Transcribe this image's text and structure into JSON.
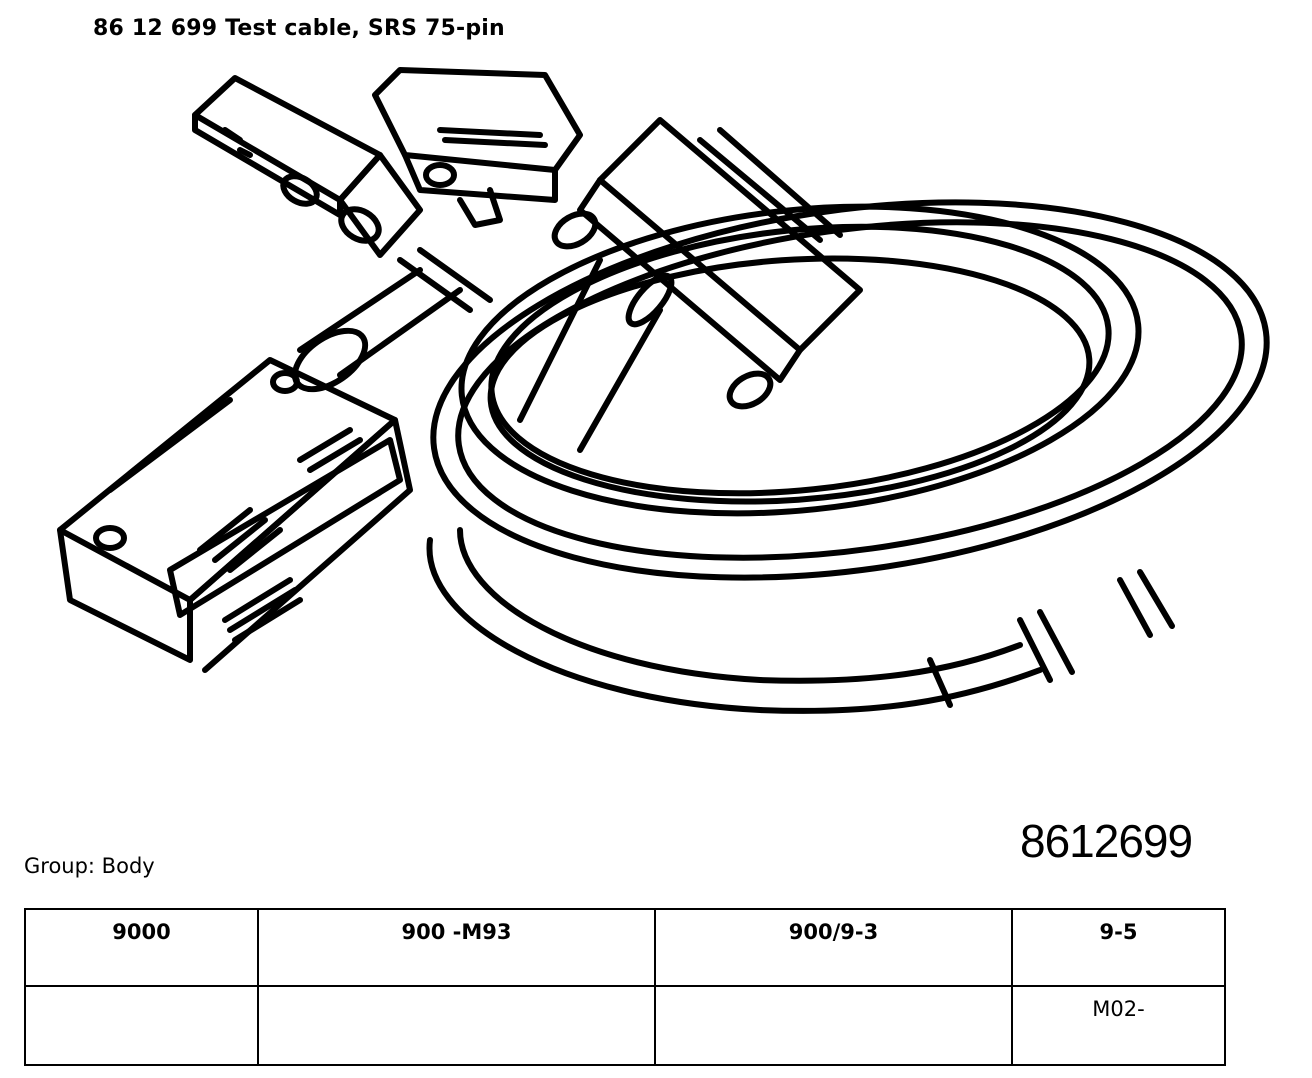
{
  "document": {
    "title": "86 12 699 Test cable, SRS 75-pin",
    "part_number": "8612699",
    "group": "Group: Body"
  },
  "table": {
    "headers": [
      "9000",
      "900 -M93",
      "900/9-3",
      "9-5"
    ],
    "row": [
      "",
      "",
      "",
      "M02-"
    ]
  },
  "colors": {
    "ink": "#000000",
    "paper": "#ffffff"
  }
}
